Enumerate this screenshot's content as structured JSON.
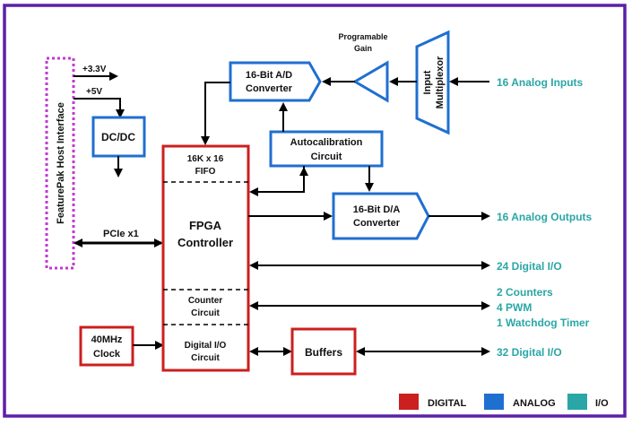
{
  "host": {
    "label": "FeaturePak Host Interface"
  },
  "power": {
    "v33": "+3.3V",
    "v5": "+5V"
  },
  "dcdc": {
    "label": "DC/DC"
  },
  "pcie": {
    "label": "PCIe x1"
  },
  "clock": {
    "line1": "40MHz",
    "line2": "Clock"
  },
  "fpga": {
    "fifo_line1": "16K x 16",
    "fifo_line2": "FIFO",
    "ctrl_line1": "FPGA",
    "ctrl_line2": "Controller",
    "counter_line1": "Counter",
    "counter_line2": "Circuit",
    "dio_line1": "Digital I/O",
    "dio_line2": "Circuit"
  },
  "adc": {
    "line1": "16-Bit A/D",
    "line2": "Converter"
  },
  "gain": {
    "line1": "Programable",
    "line2": "Gain"
  },
  "mux": {
    "line1": "Input",
    "line2": "Multiplexor"
  },
  "autocal": {
    "line1": "Autocalibration",
    "line2": "Circuit"
  },
  "dac": {
    "line1": "16-Bit D/A",
    "line2": "Converter"
  },
  "buffers": {
    "label": "Buffers"
  },
  "io_labels": {
    "analog_inputs": "16 Analog Inputs",
    "analog_outputs": "16 Analog Outputs",
    "digital_io_24": "24 Digital I/O",
    "counters": "2 Counters",
    "pwm": "4 PWM",
    "watchdog": "1 Watchdog Timer",
    "digital_io_32": "32 Digital I/O"
  },
  "legend": {
    "digital": "DIGITAL",
    "analog": "ANALOG",
    "io": "I/O",
    "digital_color": "#cc1f1f",
    "analog_color": "#1f6fd1",
    "io_color": "#2aa6a6"
  },
  "colors": {
    "frame": "#5b1fa8",
    "host_border": "#c03ad1"
  }
}
